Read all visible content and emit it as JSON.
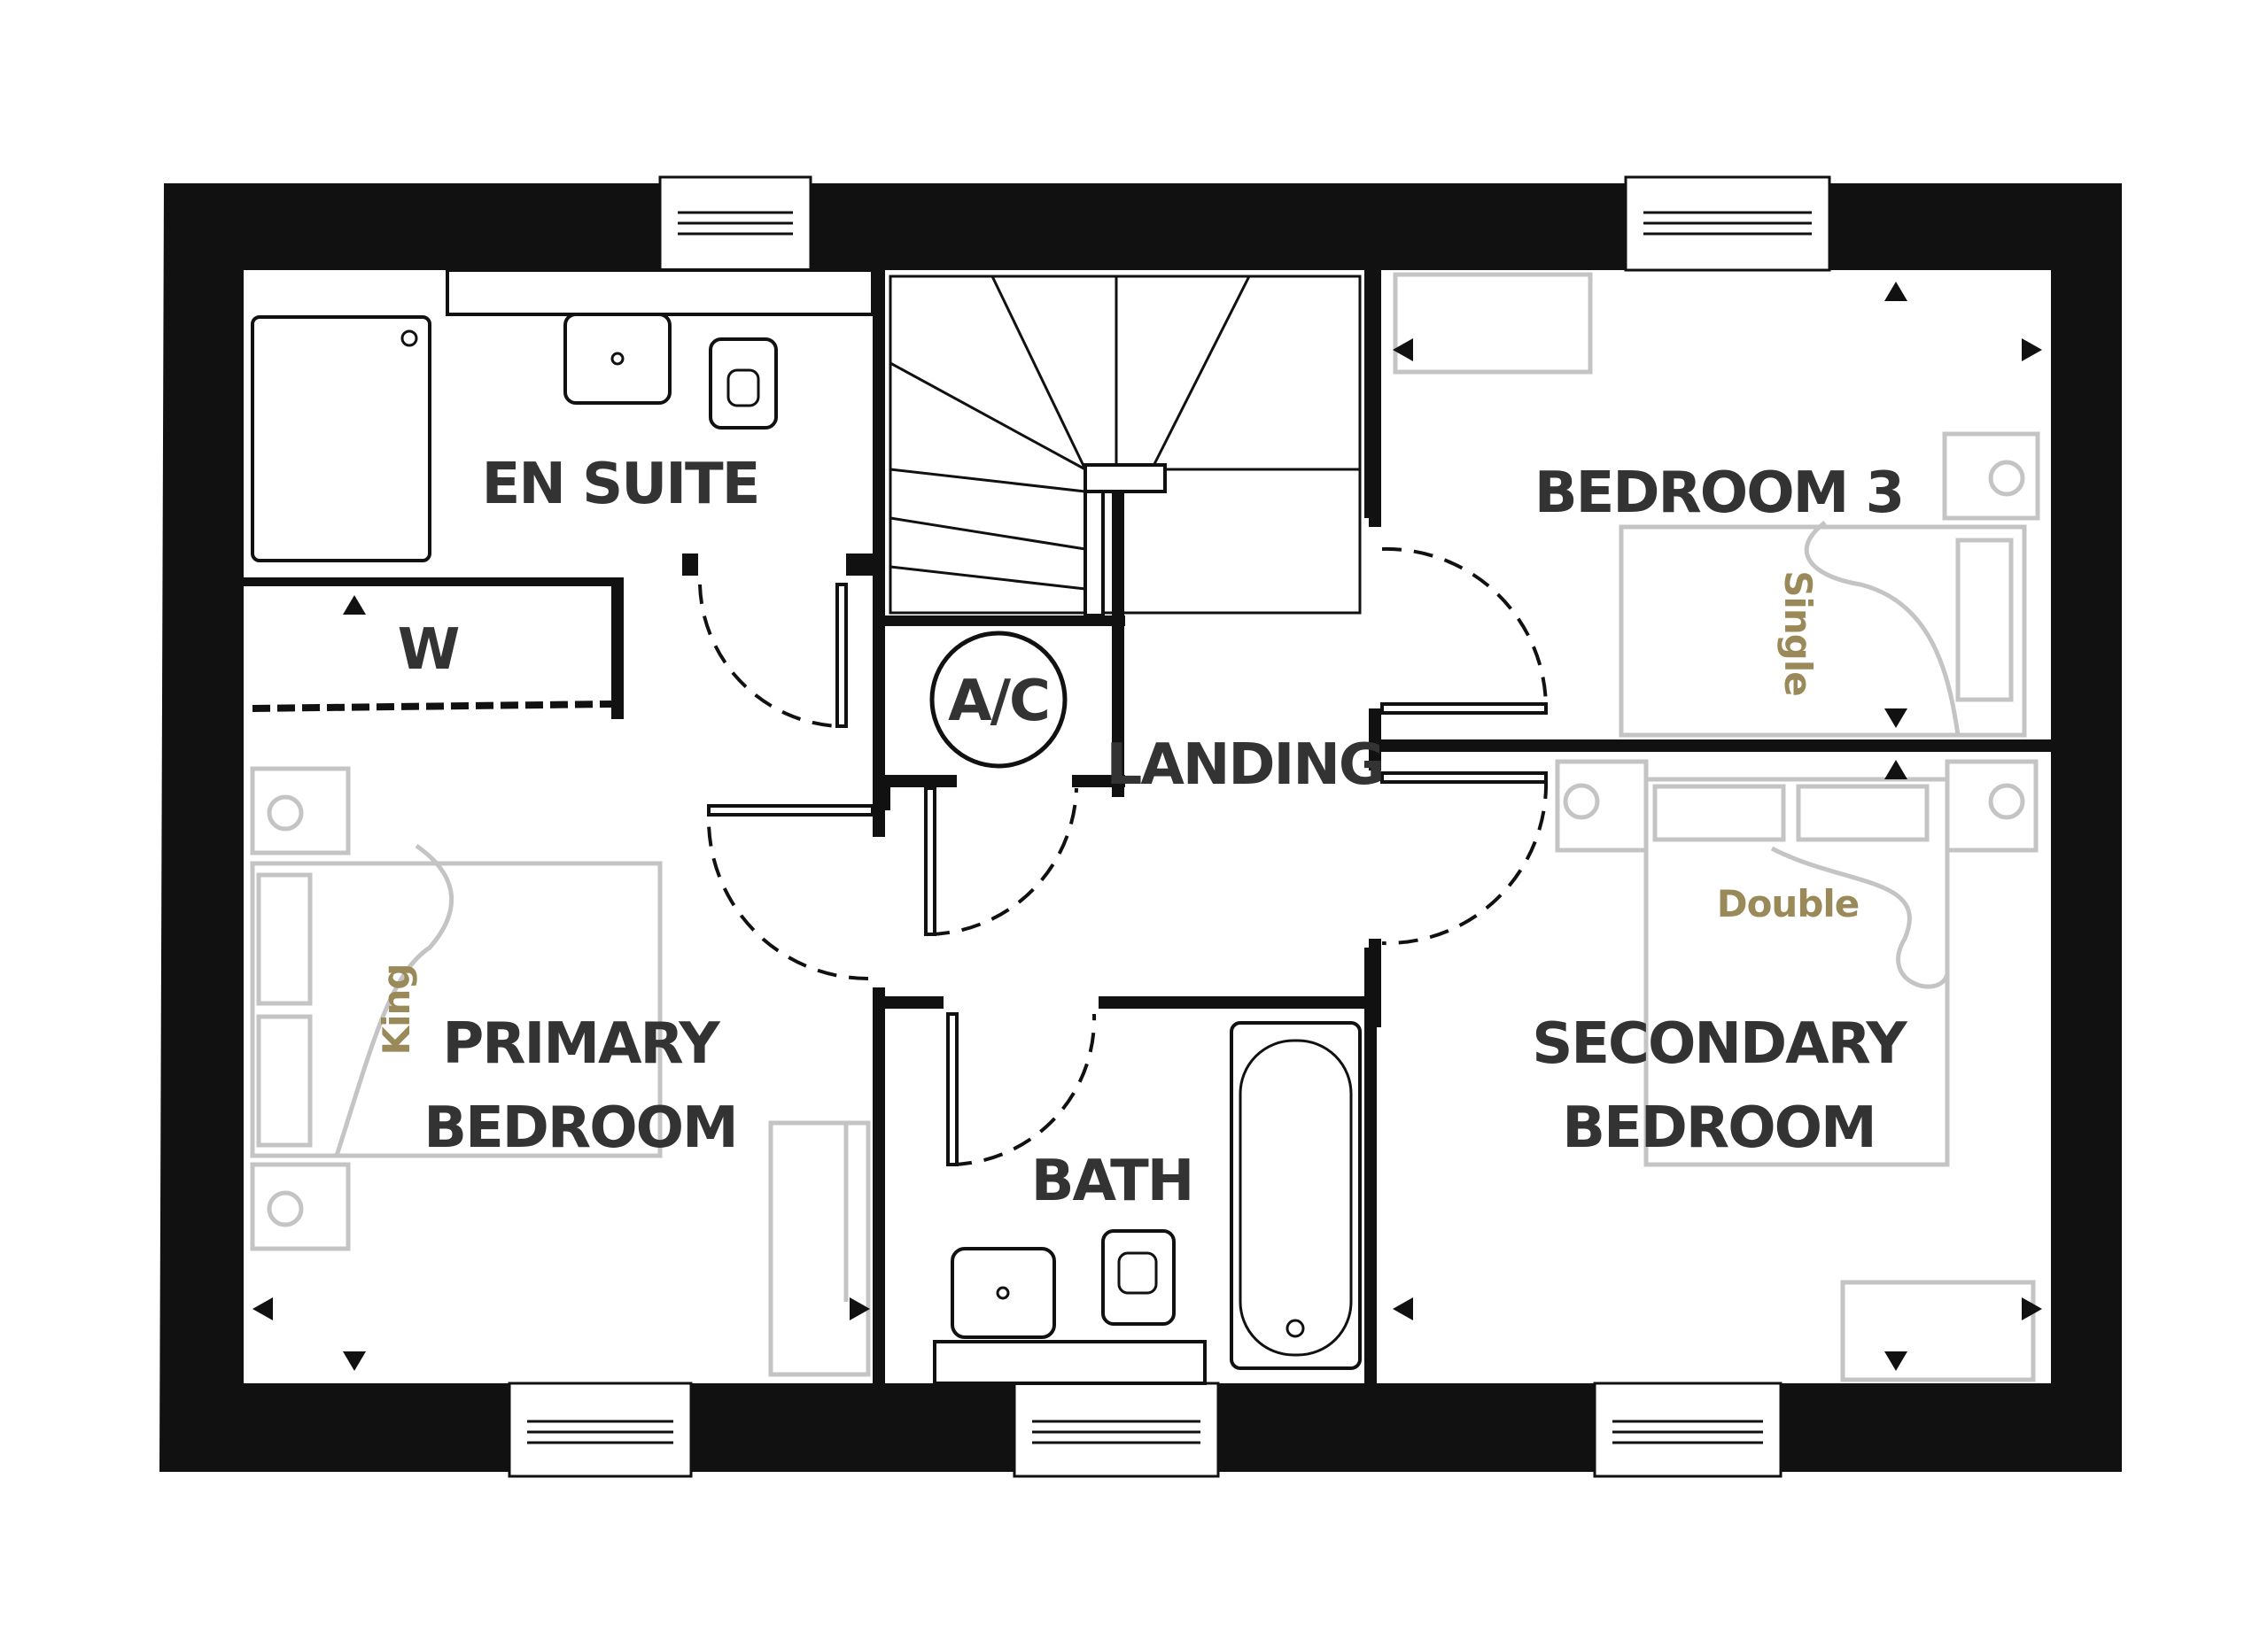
{
  "rooms": {
    "en_suite": "EN SUITE",
    "wardrobe": "W",
    "airing_cupboard": "A/C",
    "landing": "LANDING",
    "bedroom_3": "BEDROOM 3",
    "primary_bedroom_line1": "PRIMARY",
    "primary_bedroom_line2": "BEDROOM",
    "secondary_bedroom_line1": "SECONDARY",
    "secondary_bedroom_line2": "BEDROOM",
    "bath": "BATH"
  },
  "beds": {
    "primary": "King",
    "bedroom_3": "Single",
    "secondary": "Double"
  },
  "colors": {
    "wall": "#111111",
    "label": "#333333",
    "bed_label": "#9a8a5a",
    "furniture": "#c4c4c4"
  }
}
